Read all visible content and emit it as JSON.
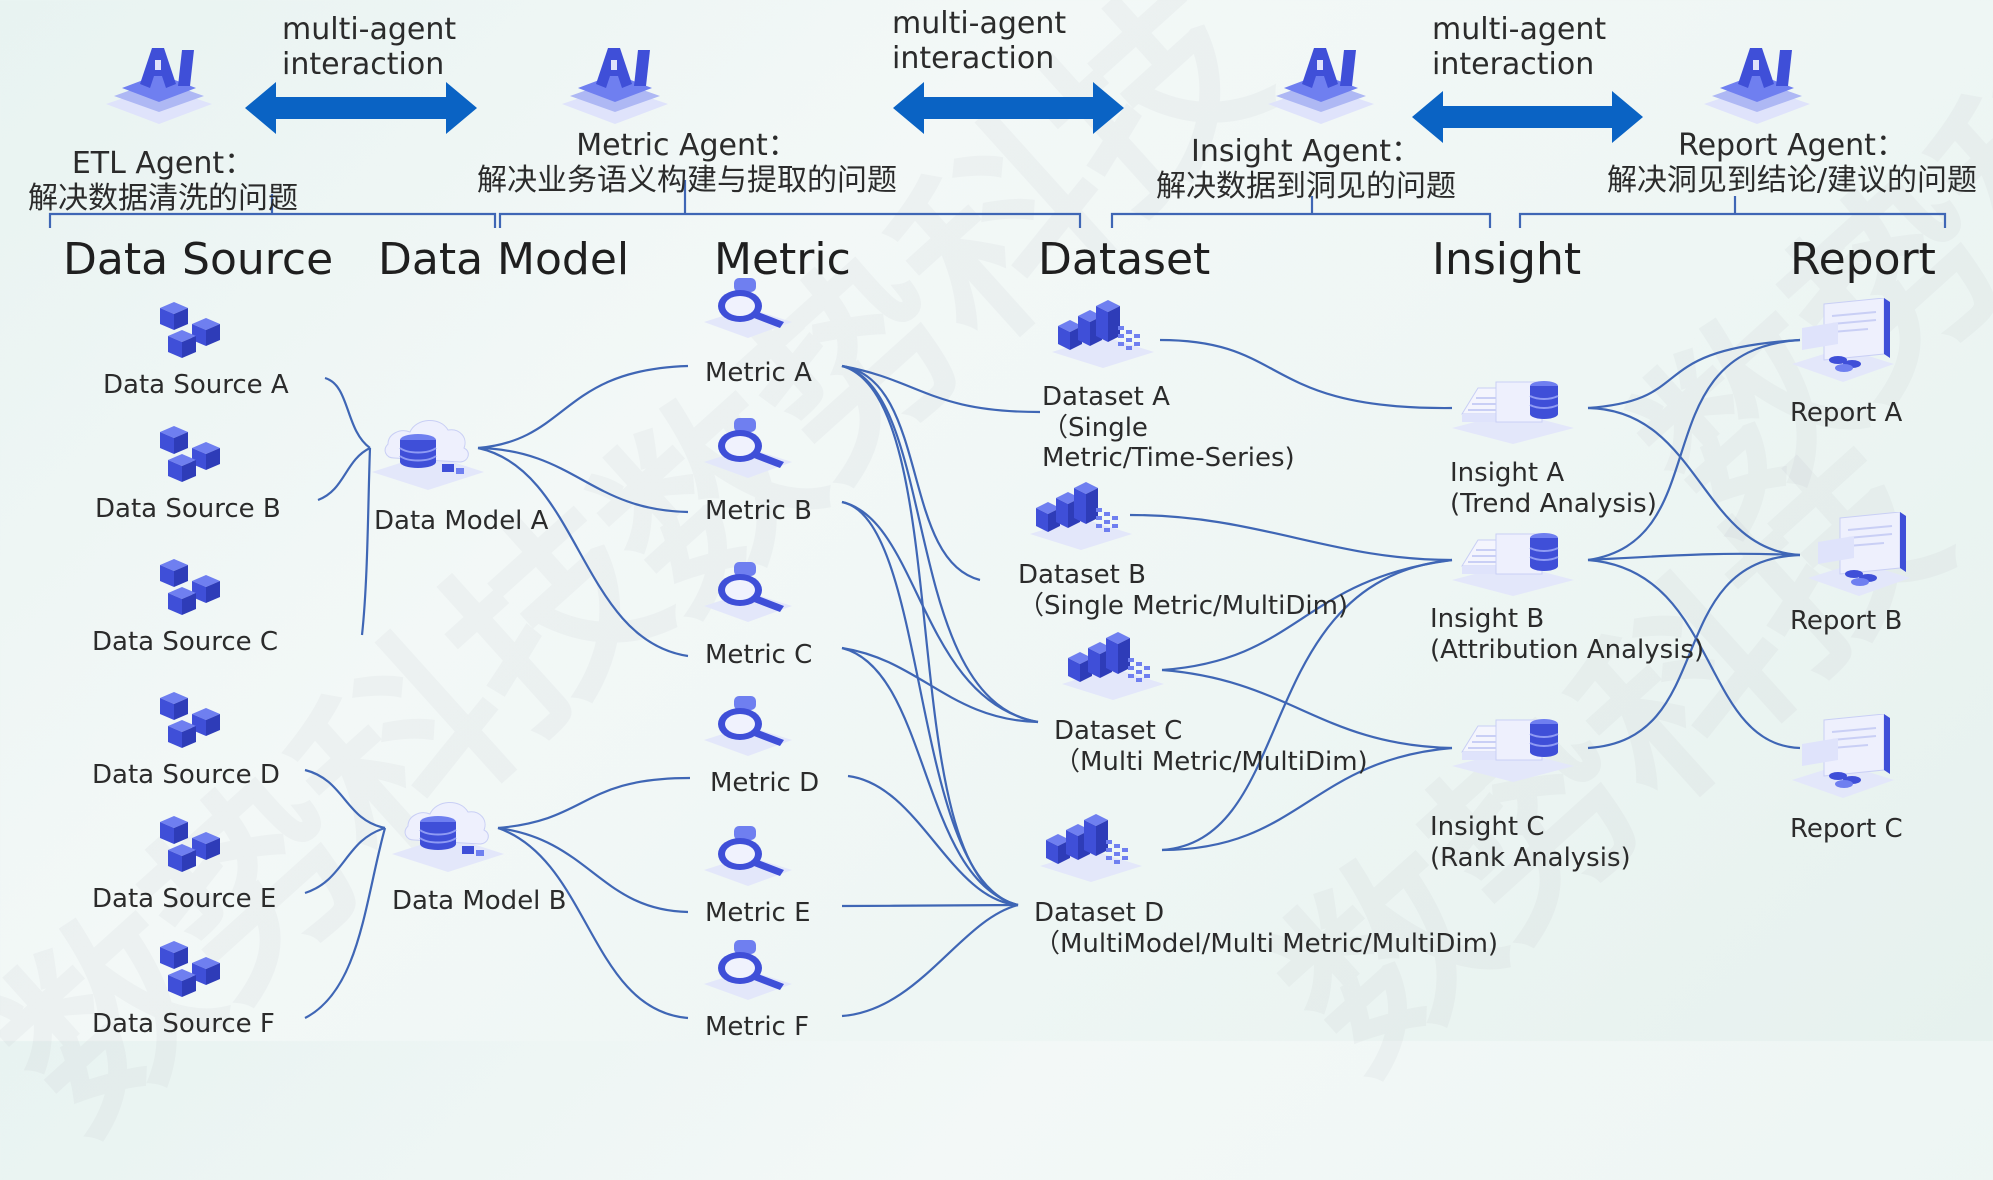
{
  "colors": {
    "wire": "#3f66b5",
    "arrow": "#0a63c4",
    "icon_main": "#3f4fd8",
    "icon_light": "#6f7ff0"
  },
  "icons": {
    "ai": "ai-robot-icon",
    "source": "cubes-icon",
    "model": "database-cloud-icon",
    "metric": "magnifier-icon",
    "dataset": "data-blocks-icon",
    "insight": "server-insight-icon",
    "report": "report-screen-icon"
  },
  "agents": {
    "interaction_1": "multi-agent\ninteraction",
    "interaction_2": "multi-agent\ninteraction",
    "interaction_3": "multi-agent\ninteraction",
    "etl": "ETL Agent：\n解决数据清洗的问题",
    "metric": "Metric Agent：\n解决业务语义构建与提取的问题",
    "insight": "Insight Agent：\n解决数据到洞见的问题",
    "report": "Report Agent：\n解决洞见到结论/建议的问题"
  },
  "headers": {
    "data_source": "Data Source",
    "data_model": "Data Model",
    "metric": "Metric",
    "dataset": "Dataset",
    "insight": "Insight",
    "report": "Report"
  },
  "sources": [
    "Data Source A",
    "Data Source B",
    "Data Source C",
    "Data Source D",
    "Data Source E",
    "Data Source F"
  ],
  "models": [
    "Data Model A",
    "Data Model B"
  ],
  "metrics": [
    "Metric A",
    "Metric B",
    "Metric C",
    "Metric D",
    "Metric E",
    "Metric F"
  ],
  "datasets": [
    "Dataset A\n（Single\nMetric/Time-Series)",
    "Dataset B\n（Single Metric/MultiDim)",
    "Dataset C\n（Multi Metric/MultiDim)",
    "Dataset D\n（MultiModel/Multi Metric/MultiDim)"
  ],
  "insights": [
    "Insight A\n(Trend Analysis)",
    "Insight B\n(Attribution Analysis)",
    "Insight C\n(Rank Analysis)"
  ],
  "reports": [
    "Report A",
    "Report B",
    "Report C"
  ],
  "watermark": "数势科技"
}
